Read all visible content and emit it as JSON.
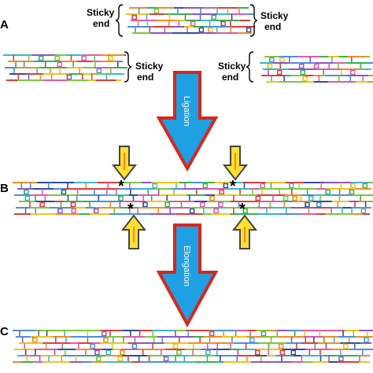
{
  "panels": [
    {
      "letter": "A"
    },
    {
      "letter": "B"
    },
    {
      "letter": "C"
    }
  ],
  "labels": {
    "sticky": "Sticky",
    "end": "end",
    "ligation": "Ligation",
    "elongation": "Elongation",
    "nick_marker": "*"
  },
  "colors": {
    "strands": [
      "#e23b3b",
      "#4a8fe0",
      "#37b24d",
      "#f0c419",
      "#8a55c9",
      "#f28c28",
      "#3cb8c8",
      "#e05aa8",
      "#2a4fa0",
      "#7acb3a"
    ],
    "big_arrow_fill": "#1ea0e3",
    "big_arrow_stroke": "#d9261c",
    "yellow_arrow_fill": "#ffe033",
    "yellow_arrow_stroke": "#444444",
    "yellow_arrow_inner": "#ff8a00"
  },
  "icons": {
    "bracket": "curly-brace",
    "nick": "asterisk"
  }
}
